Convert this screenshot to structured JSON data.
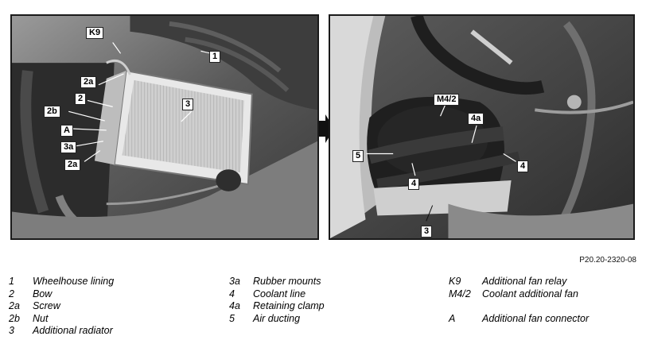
{
  "figure": {
    "reference": "P20.20-2320-08",
    "callouts_left": [
      "K9",
      "1",
      "2a",
      "3",
      "2",
      "2b",
      "A",
      "3a",
      "2a"
    ],
    "callouts_right": [
      "M4/2",
      "4a",
      "5",
      "4",
      "4",
      "3"
    ]
  },
  "legend": {
    "col1": [
      {
        "key": "1",
        "label": "Wheelhouse lining"
      },
      {
        "key": "2",
        "label": "Bow"
      },
      {
        "key": "2a",
        "label": "Screw"
      },
      {
        "key": "2b",
        "label": "Nut"
      },
      {
        "key": "3",
        "label": "Additional radiator"
      }
    ],
    "col2": [
      {
        "key": "3a",
        "label": "Rubber mounts"
      },
      {
        "key": "4",
        "label": "Coolant line"
      },
      {
        "key": "4a",
        "label": "Retaining clamp"
      },
      {
        "key": "5",
        "label": "Air ducting"
      }
    ],
    "col3": [
      {
        "key": "K9",
        "label": "Additional fan relay"
      },
      {
        "key": "M4/2",
        "label": "Coolant additional fan"
      },
      {
        "key": "",
        "label": ""
      },
      {
        "key": "A",
        "label": "Additional fan connector"
      }
    ]
  }
}
